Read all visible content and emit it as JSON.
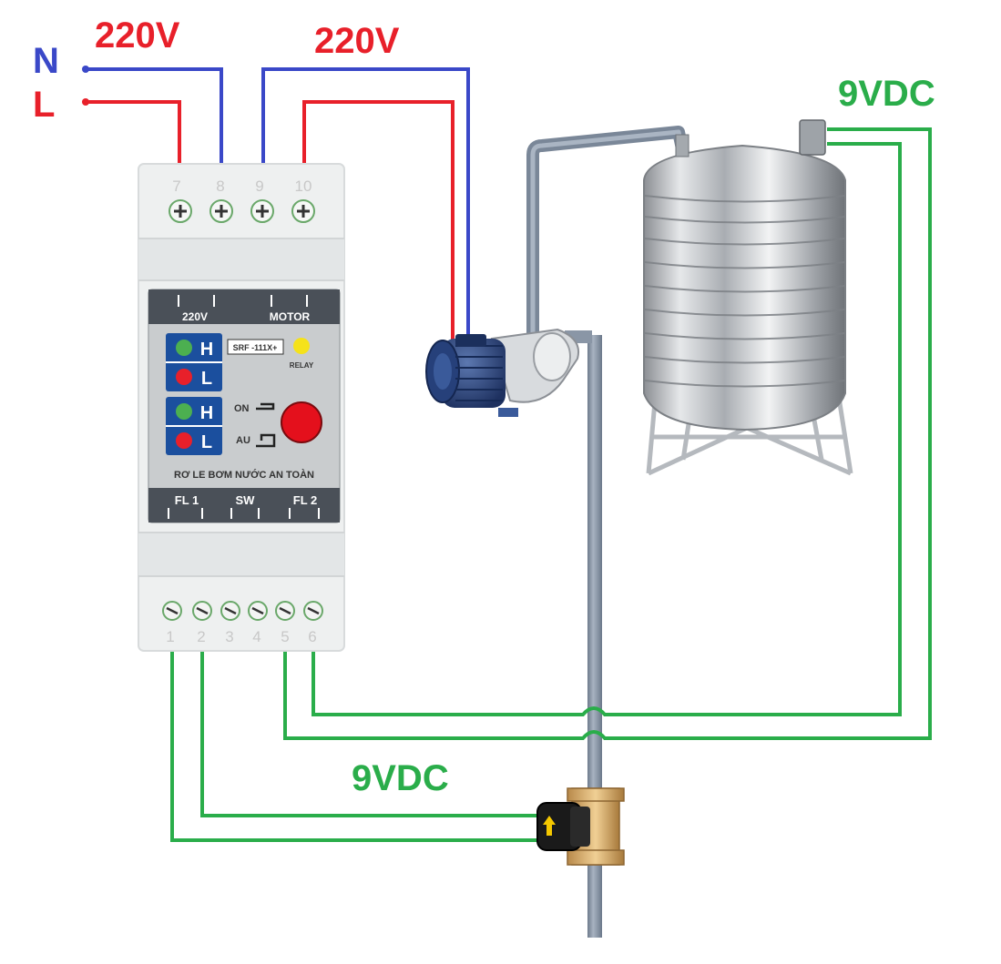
{
  "labels": {
    "n": "N",
    "l": "L",
    "v_supply": "220V",
    "v_motor": "220V",
    "vdc_tank": "9VDC",
    "vdc_flow": "9VDC"
  },
  "terminals_top": [
    "7",
    "8",
    "9",
    "10"
  ],
  "terminals_bottom": [
    "1",
    "2",
    "3",
    "4",
    "5",
    "6"
  ],
  "panel": {
    "top_left": "220V",
    "top_right": "MOTOR",
    "model": "SRF -111X+",
    "relay": "RELAY",
    "h1": "H",
    "l1": "L",
    "h2": "H",
    "l2": "L",
    "on": "ON",
    "au": "AU",
    "title": "RƠ LE BƠM NƯỚC AN TOÀN",
    "fl1": "FL 1",
    "sw": "SW",
    "fl2": "FL 2"
  },
  "colors": {
    "neutral_blue": "#3a48c8",
    "live_red": "#e8202a",
    "signal_green": "#2aad4a",
    "panel_gray": "#4a5058",
    "pipe_gray": "#8a96a6"
  }
}
